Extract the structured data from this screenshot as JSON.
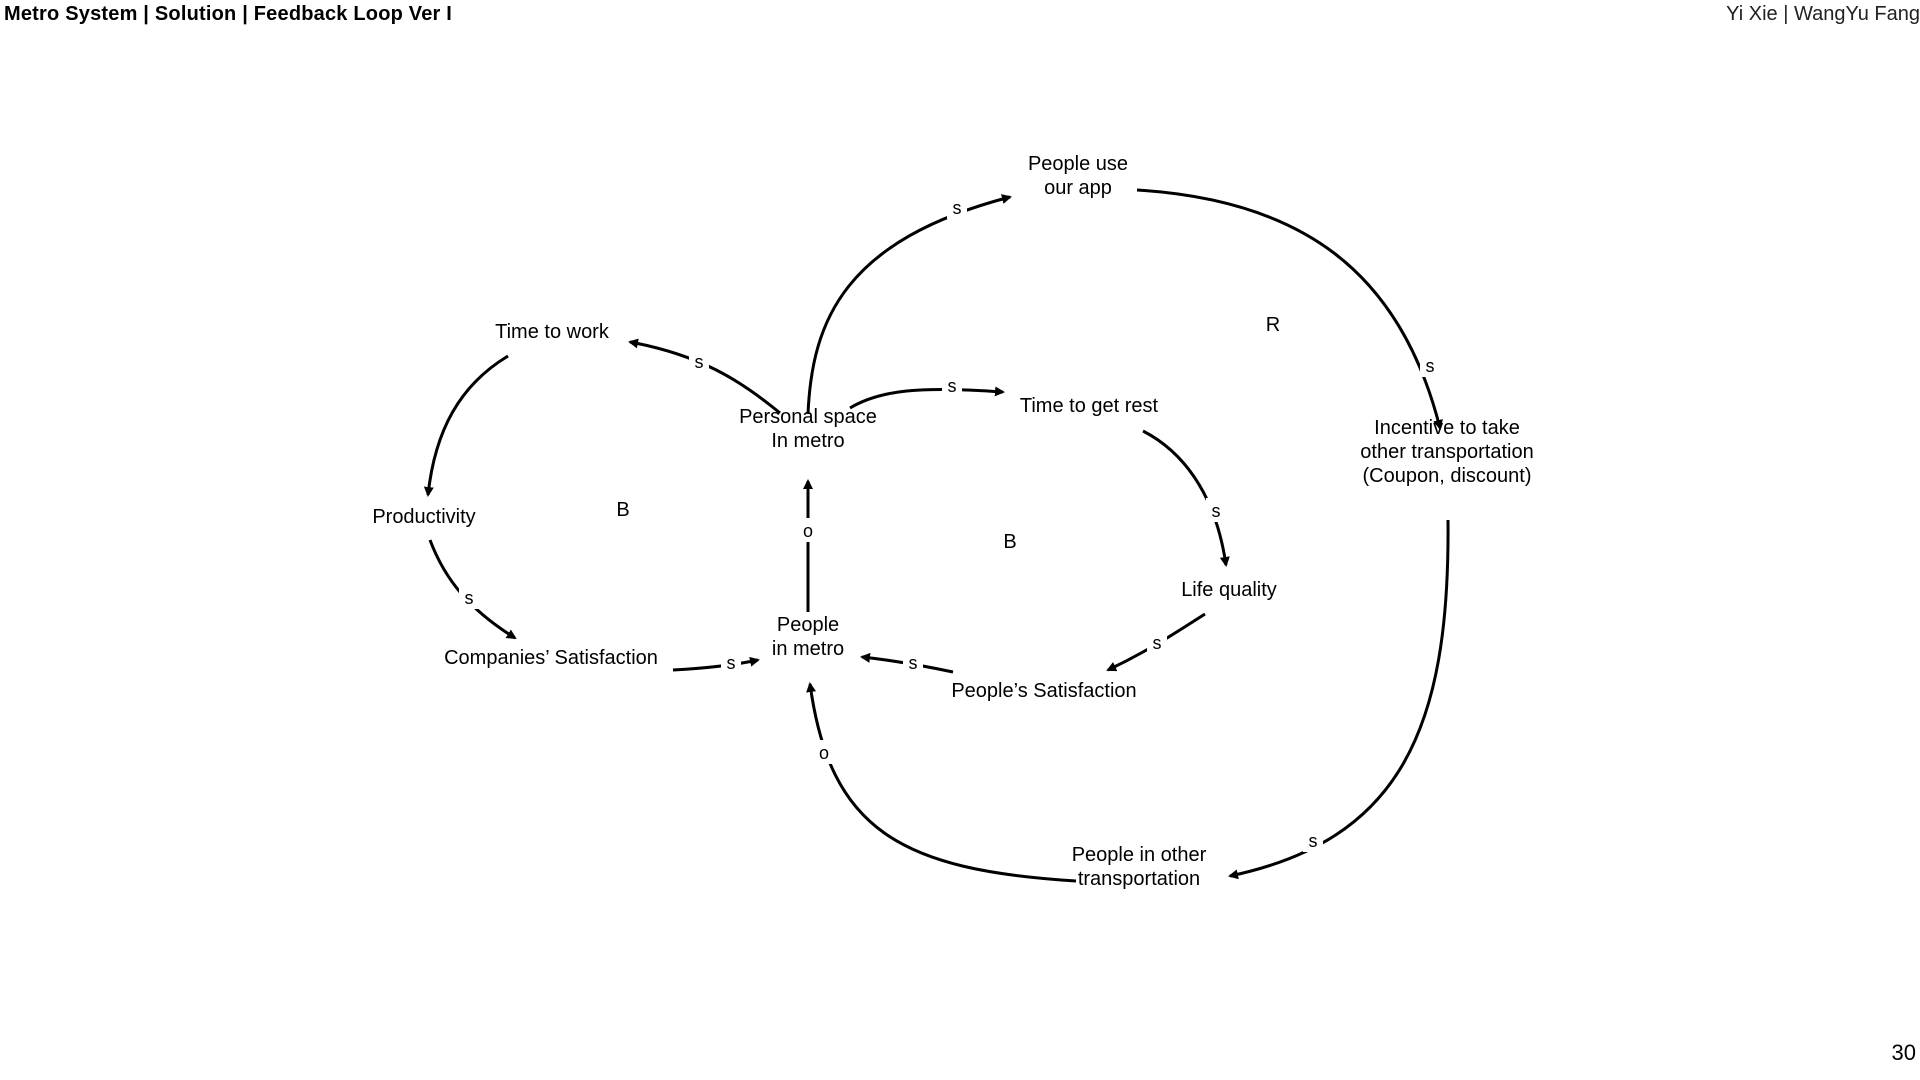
{
  "header": {
    "title": "Metro System | Solution | Feedback Loop Ver I",
    "authors": "Yi Xie | WangYu Fang"
  },
  "page_number": "30",
  "nodes": {
    "people_use_app": [
      "People use",
      "our app"
    ],
    "time_to_work": [
      "Time to work"
    ],
    "personal_space": [
      "Personal space",
      "In metro"
    ],
    "time_to_get_rest": [
      "Time to get rest"
    ],
    "incentive": [
      "Incentive to take",
      "other transportation",
      "(Coupon, discount)"
    ],
    "productivity": [
      "Productivity"
    ],
    "life_quality": [
      "Life quality"
    ],
    "companies_satisfaction": [
      "Companies’ Satisfaction"
    ],
    "people_in_metro": [
      "People",
      "in metro"
    ],
    "peoples_satisfaction": [
      "People’s Satisfaction"
    ],
    "people_other_transport": [
      "People in other",
      "transportation"
    ]
  },
  "loops": {
    "left": "B",
    "center": "B",
    "right": "R"
  },
  "edges": [
    {
      "from": "personal_space",
      "to": "people_use_app",
      "polarity": "s"
    },
    {
      "from": "people_use_app",
      "to": "incentive",
      "polarity": "s"
    },
    {
      "from": "incentive",
      "to": "people_other_transport",
      "polarity": "s"
    },
    {
      "from": "people_other_transport",
      "to": "people_in_metro",
      "polarity": "o"
    },
    {
      "from": "people_in_metro",
      "to": "personal_space",
      "polarity": "o"
    },
    {
      "from": "personal_space",
      "to": "time_to_work",
      "polarity": "s"
    },
    {
      "from": "time_to_work",
      "to": "productivity",
      "polarity": ""
    },
    {
      "from": "productivity",
      "to": "companies_satisfaction",
      "polarity": "s"
    },
    {
      "from": "companies_satisfaction",
      "to": "people_in_metro",
      "polarity": "s"
    },
    {
      "from": "personal_space",
      "to": "time_to_get_rest",
      "polarity": "s"
    },
    {
      "from": "time_to_get_rest",
      "to": "life_quality",
      "polarity": "s"
    },
    {
      "from": "life_quality",
      "to": "peoples_satisfaction",
      "polarity": "s"
    },
    {
      "from": "peoples_satisfaction",
      "to": "people_in_metro",
      "polarity": "s"
    }
  ]
}
